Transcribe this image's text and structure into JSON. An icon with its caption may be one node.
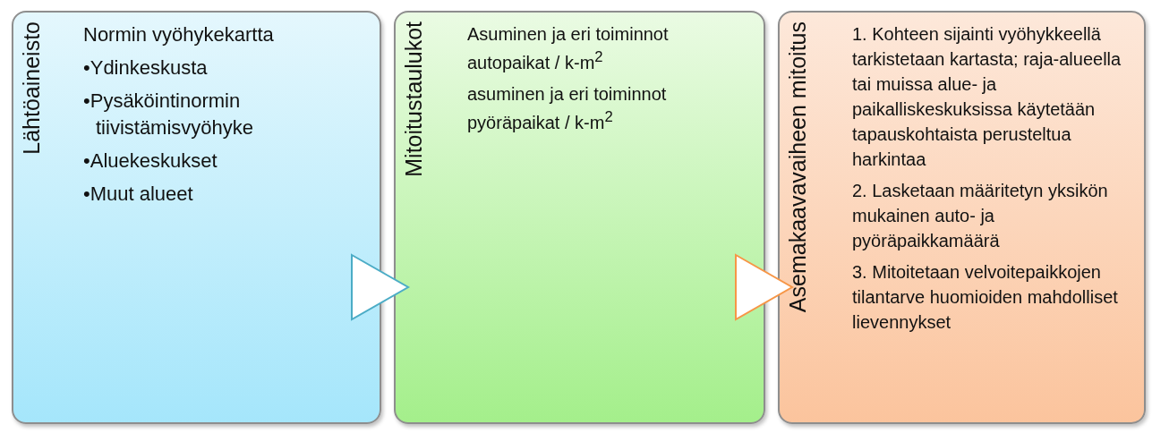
{
  "diagram": {
    "nodes": [
      {
        "text": [
          "Lähtöaineisto",
          "Normin vyöhykekartta",
          "•Ydinkeskusta",
          "•Pysäköintinormin tiivistämisvyöhyke",
          "•Aluekeskukset",
          "•Muut alueet"
        ]
      },
      {
        "text": [
          "Mitoitustaulukot",
          "Asuminen ja eri toiminnot autopaikat / k-m$^{2}$",
          "asuminen ja eri toiminnot pyöräpaikat / k-m$^{2}$"
        ]
      },
      {
        "text": [
          "Asemakaavavaiheen mitoitus",
          "1. Kohteen sijainti vyöhykkeellä tarkistetaan kartasta; raja-alueella tai muissa alue- ja paikalliskeskuksissa käytetään tapauskohtaista perusteltua harkintaa",
          "2. Lasketaan määritetyn yksikön mukainen auto- ja pyöräpaikkamäärä",
          "3. Mitoitetaan velvoitepaikkojen tilantarve huomioiden mahdolliset lievennykset"
        ]
      }
    ],
    "edges": [
      {
        "from": 0,
        "to": 1,
        "arrow": "to",
        "color": "#4bacc6"
      },
      {
        "from": 1,
        "to": 2,
        "arrow": "to",
        "color": "#f79646"
      }
    ]
  }
}
